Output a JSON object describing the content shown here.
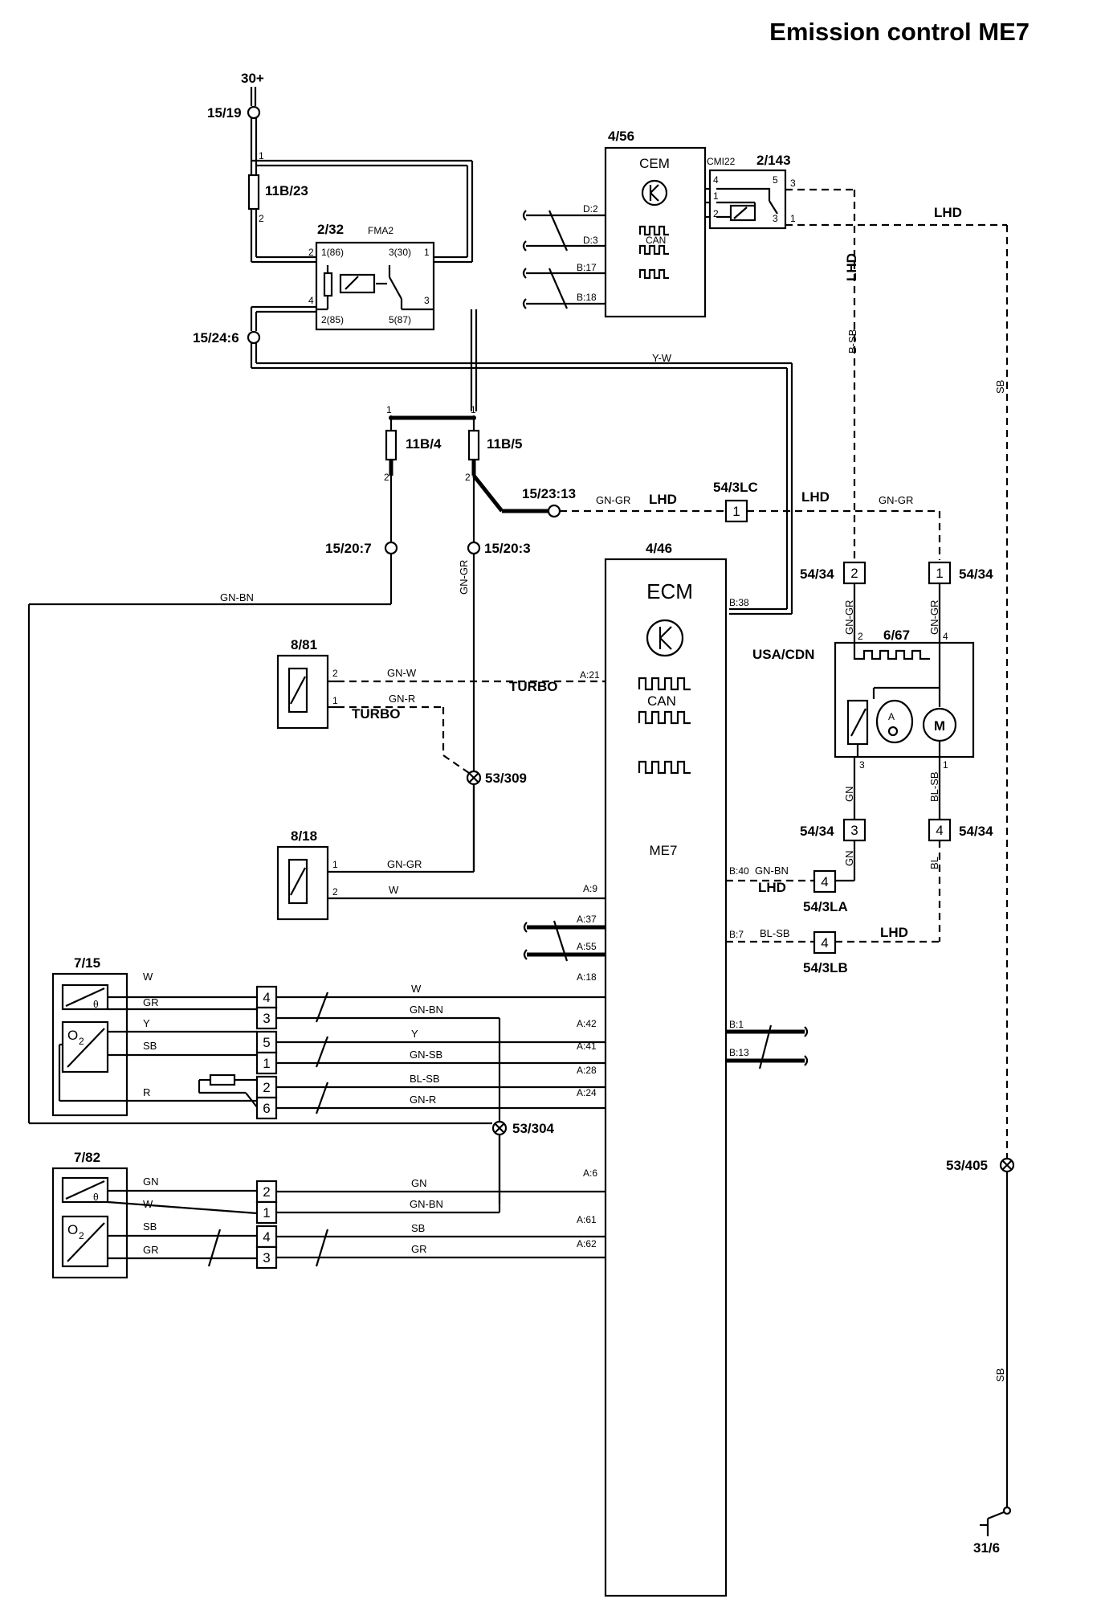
{
  "title": "Emission control ME7",
  "labels": {
    "supply": "30+",
    "fuse_holder_top": "15/19",
    "fuse_11b23": "11B/23",
    "relay_id": "2/32",
    "relay_name": "FMA2",
    "relay_pin_1": "1(86)",
    "relay_pin_3": "3(30)",
    "relay_pin_2": "2(85)",
    "relay_pin_5": "5(87)",
    "node_15_24_6": "15/24:6",
    "cem_id": "4/56",
    "cem_name": "CEM",
    "cem_can": "CAN",
    "cem_cmi": "CMI22",
    "relay_2_143": "2/143",
    "cem_d2": "D:2",
    "cem_d3": "D:3",
    "cem_b17": "B:17",
    "cem_b18": "B:18",
    "lhd": "LHD",
    "fuse_11b4": "11B/4",
    "fuse_11b5": "11B/5",
    "node_15_23_13": "15/23:13",
    "conn_54_3lc": "54/3LC",
    "node_15_20_7": "15/20:7",
    "node_15_20_3": "15/20:3",
    "ecm_id": "4/46",
    "ecm_name": "ECM",
    "ecm_can": "CAN",
    "ecm_model": "ME7",
    "conn_54_34": "54/34",
    "throttle_id": "6/67",
    "usa_cdn": "USA/CDN",
    "motor": "M",
    "sensor_8_81": "8/81",
    "turbo": "TURBO",
    "ground_53_309": "53/309",
    "sensor_8_18": "8/18",
    "sensor_7_15": "7/15",
    "sensor_7_82": "7/82",
    "o2": "O",
    "o2_sub": "2",
    "ground_53_304": "53/304",
    "ground_53_405": "53/405",
    "ground_31_6": "31/6",
    "conn_54_3la": "54/3LA",
    "conn_54_3lb": "54/3LB"
  },
  "wire_colors": {
    "yw": "Y-W",
    "bsb": "B-SB",
    "sb": "SB",
    "gngr": "GN-GR",
    "gnbn": "GN-BN",
    "gnw": "GN-W",
    "gnr": "GN-R",
    "w": "W",
    "gr": "GR",
    "y": "Y",
    "gnsb": "GN-SB",
    "blsb": "BL-SB",
    "r": "R",
    "gn": "GN",
    "bl": "BL"
  },
  "pins": {
    "ecm_b38": "B:38",
    "ecm_a21": "A:21",
    "ecm_a9": "A:9",
    "ecm_a37": "A:37",
    "ecm_a55": "A:55",
    "ecm_a18": "A:18",
    "ecm_a42": "A:42",
    "ecm_a41": "A:41",
    "ecm_a28": "A:28",
    "ecm_a24": "A:24",
    "ecm_a6": "A:6",
    "ecm_a61": "A:61",
    "ecm_a62": "A:62",
    "ecm_b40": "B:40",
    "ecm_b7": "B:7",
    "ecm_b1": "B:1",
    "ecm_b13": "B:13"
  },
  "connector_numbers": {
    "c3lc": "1",
    "c34_left": "2",
    "c34_right": "1",
    "c34_lower_left": "3",
    "c34_lower_right": "4",
    "c3la": "4",
    "c3lb": "4",
    "c715": [
      "4",
      "3",
      "5",
      "1",
      "2",
      "6"
    ],
    "c782": [
      "2",
      "1",
      "4",
      "3"
    ]
  },
  "terminal_numbers": {
    "n1": "1",
    "n2": "2",
    "n3": "3",
    "n4": "4",
    "n5": "5"
  }
}
